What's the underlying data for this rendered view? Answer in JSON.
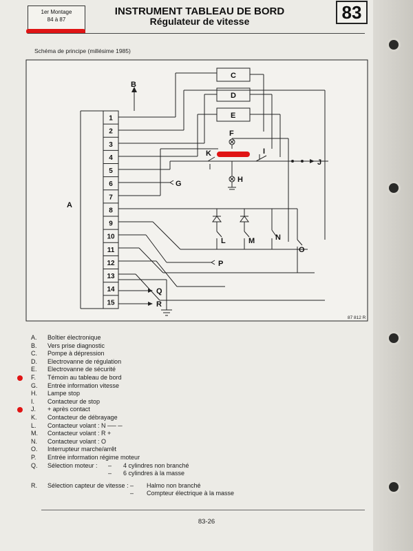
{
  "header": {
    "badge_line1": "1er Montage",
    "badge_line2": "84 à 87",
    "title_line1": "INSTRUMENT TABLEAU DE BORD",
    "title_line2": "Régulateur de vitesse",
    "section_number": "83"
  },
  "schema": {
    "caption": "Schéma de principe (millésime 1985)",
    "ref_code": "87 812 R",
    "terminals": [
      "1",
      "2",
      "3",
      "4",
      "5",
      "6",
      "7",
      "8",
      "9",
      "10",
      "11",
      "12",
      "13",
      "14",
      "15"
    ],
    "labels": {
      "A": "A",
      "B": "B",
      "C": "C",
      "D": "D",
      "E": "E",
      "F": "F",
      "G": "G",
      "H": "H",
      "I": "I",
      "J": "J",
      "K": "K",
      "L": "L",
      "M": "M",
      "N": "N",
      "O": "O",
      "P": "P",
      "Q": "Q",
      "R": "R"
    }
  },
  "legend": [
    {
      "letter": "A.",
      "text": "Boîtier électronique",
      "marked": false
    },
    {
      "letter": "B.",
      "text": "Vers prise diagnostic",
      "marked": false
    },
    {
      "letter": "C.",
      "text": "Pompe à dépression",
      "marked": false
    },
    {
      "letter": "D.",
      "text": "Electrovanne de régulation",
      "marked": false
    },
    {
      "letter": "E.",
      "text": "Electrovanne de sécurité",
      "marked": false
    },
    {
      "letter": "F.",
      "text": "Témoin au tableau de bord",
      "marked": true
    },
    {
      "letter": "G.",
      "text": "Entrée information vitesse",
      "marked": false
    },
    {
      "letter": "H.",
      "text": "Lampe stop",
      "marked": false
    },
    {
      "letter": "I.",
      "text": "Contacteur de stop",
      "marked": false
    },
    {
      "letter": "J.",
      "text": "+ après contact",
      "marked": true
    },
    {
      "letter": "K.",
      "text": "Contacteur de débrayage",
      "marked": false
    },
    {
      "letter": "L.",
      "text": "Contacteur volant : N ── ─",
      "marked": false
    },
    {
      "letter": "M.",
      "text": "Contacteur volant : R      +",
      "marked": false
    },
    {
      "letter": "N.",
      "text": "Contacteur volant : O",
      "marked": false
    },
    {
      "letter": "O.",
      "text": "Interrupteur marche/arrêt",
      "marked": false
    },
    {
      "letter": "P.",
      "text": "Entrée information régime moteur",
      "marked": false
    }
  ],
  "legend_q": {
    "letter": "Q.",
    "text": "Sélection moteur :",
    "options": [
      "4 cylindres non branché",
      "6 cylindres à la masse"
    ]
  },
  "legend_r": {
    "letter": "R.",
    "text": "Sélection capteur de vitesse :",
    "options": [
      "Halmo non branché",
      "Compteur électrique à la masse"
    ]
  },
  "footer": {
    "page_number": "83-26"
  }
}
